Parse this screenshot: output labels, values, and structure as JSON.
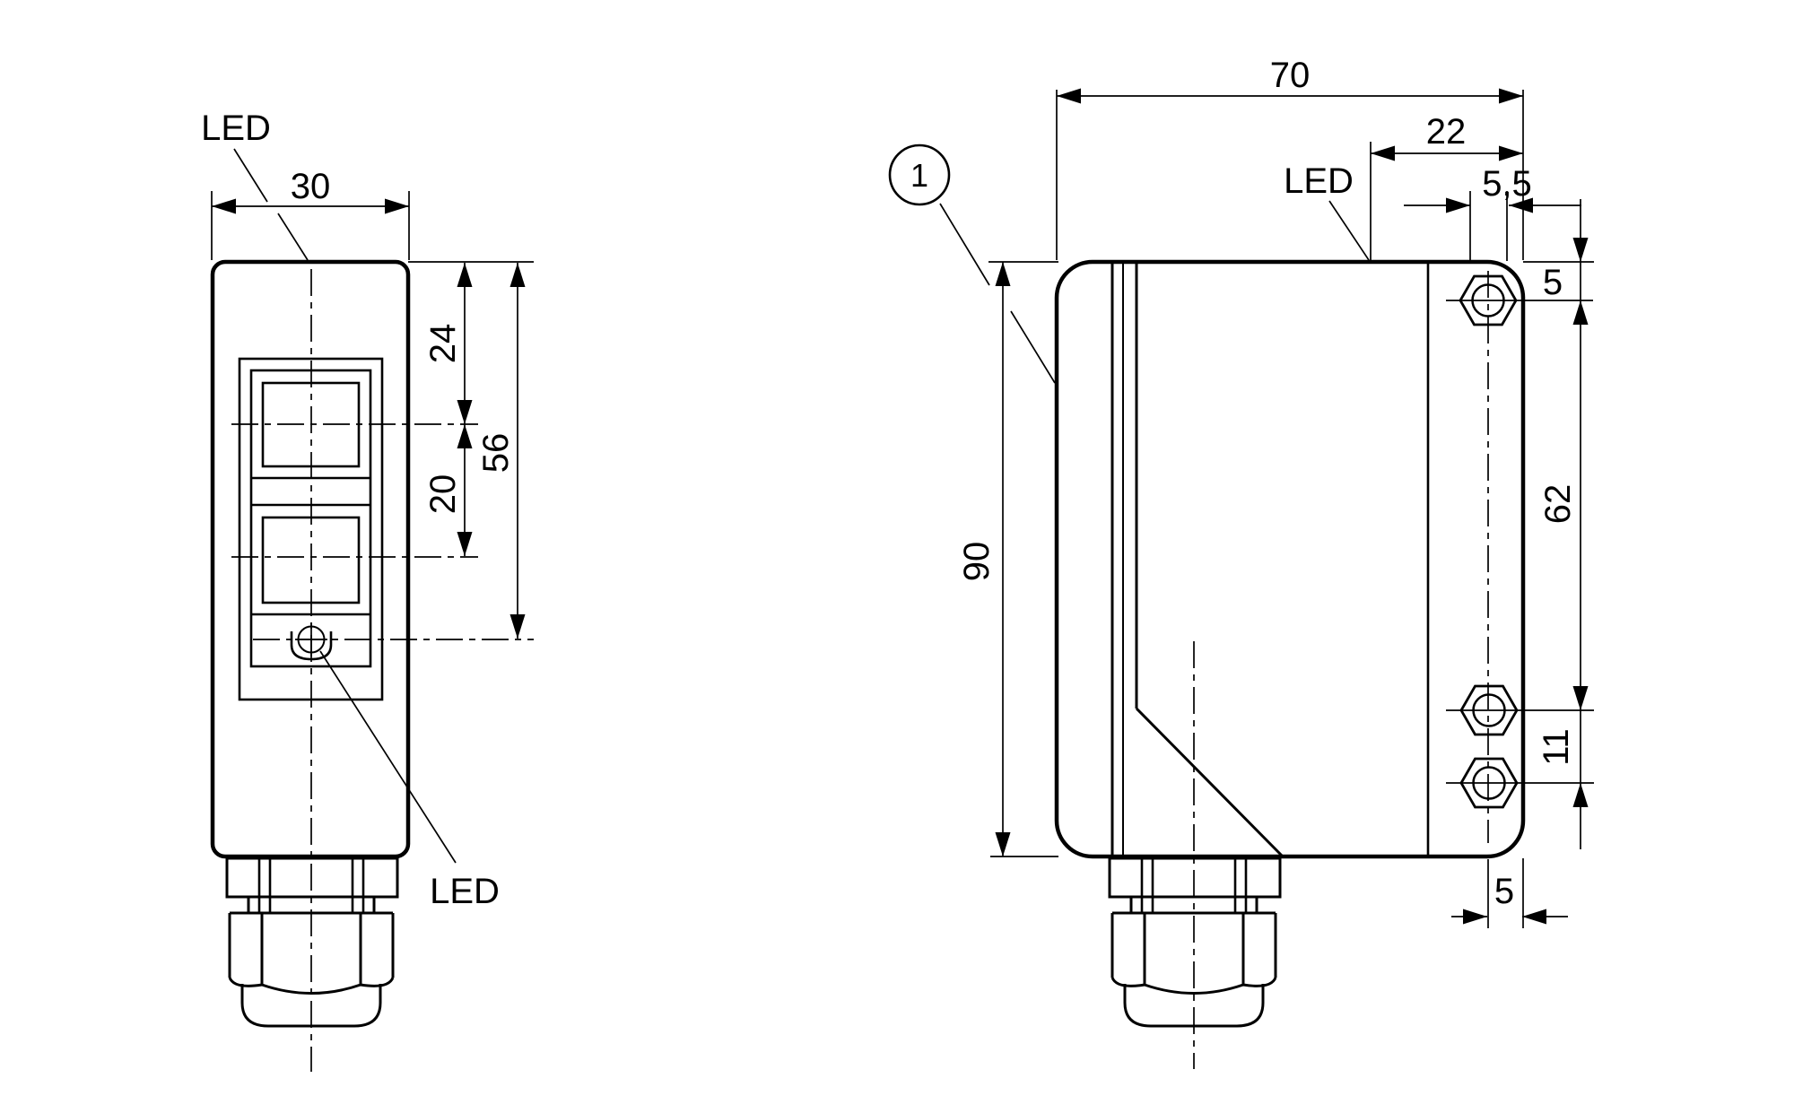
{
  "drawing": {
    "type": "technical-dimension-drawing",
    "unit_style": "mm (implied)",
    "front_view": {
      "label_led_top": "LED",
      "label_led_bottom": "LED",
      "dim_width": "30",
      "dim_top_to_lens1": "24",
      "dim_lens_spacing": "20",
      "dim_top_to_led": "56"
    },
    "side_view": {
      "label_led": "LED",
      "callout_1": "1",
      "dim_width": "70",
      "dim_led_from_rear": "22",
      "dim_hole_dia": "5,5",
      "dim_top_screw": "5",
      "dim_screw_span": "62",
      "dim_screw_gap": "11",
      "dim_rear_offset": "5",
      "dim_height": "90"
    }
  }
}
